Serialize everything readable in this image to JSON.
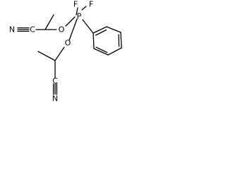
{
  "molecule": {
    "atoms": {
      "n_top": "N",
      "c_top": "C",
      "o_top": "O",
      "p": "P",
      "f_left": "F",
      "f_right": "F",
      "o_bottom": "O",
      "c_bottom": "C",
      "n_bottom": "N"
    }
  }
}
